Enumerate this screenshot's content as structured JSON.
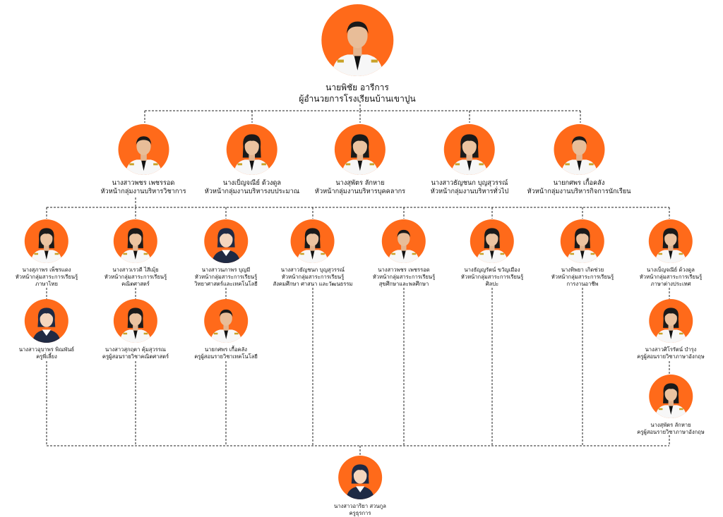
{
  "director": {
    "name": "นายพิชัย   อารีการ",
    "title": "ผู้อำนวยการโรงเรียนบ้านเขาปูน"
  },
  "deputies": [
    {
      "name": "นางสาวพชร   เพชรรอด",
      "title": "หัวหน้ากลุ่มงานบริหารวิชาการ"
    },
    {
      "name": "นางเบ็ญจณีย์  ด้วงดูล",
      "title": "หัวหน้ากลุ่มงานบริหารงบประมาณ"
    },
    {
      "name": "นางสุพัตร  ลักหาย",
      "title": "หัวหน้ากลุ่มงานบริหารบุคคลากร"
    },
    {
      "name": "นางสาวธัญชนก  บุญสุวรรณ์",
      "title": "หัวหน้ากลุ่มงานบริหารทั่วไป"
    },
    {
      "name": "นายกศพร  เกื้อคลัง",
      "title": "หัวหน้ากลุ่มงานบริหารกิจการนักเรียน"
    }
  ],
  "dept_heads": [
    {
      "name": "นางสุภาพร เพ็ชรแดง",
      "role": "หัวหน้ากลุ่มสาระการเรียนรู้",
      "subject": "ภาษาไทย"
    },
    {
      "name": "นางสาวเรวดี  ไสีเมุ้ย",
      "role": "หัวหน้ากลุ่มสาระการเรียนรู้",
      "subject": "คณิตศาสตร์"
    },
    {
      "name": "นางสาวนภาพร  บุญมี",
      "role": "หัวหน้ากลุ่มสาระการเรียนรู้",
      "subject": "วิทยาศาสตร์และเทคโนโลยี"
    },
    {
      "name": "นางสาวธัญชนก  บุญสุวรรณ์",
      "role": "หัวหน้ากลุ่มสาระการเรียนรู้",
      "subject": "สังคมศึกษา ศาสนา และวัฒนธรรม"
    },
    {
      "name": "นางสาวพชร  เพชรรอด",
      "role": "หัวหน้ากลุ่มสาระการเรียนรู้",
      "subject": "สุขศึกษาและพลศึกษา"
    },
    {
      "name": "นางธัญญรัตน์  ขวัญเมือง",
      "role": "หัวหน้ากลุ่มสาระการเรียนรู้",
      "subject": "ศิลปะ"
    },
    {
      "name": "นางทิพยา  เกิดช่วย",
      "role": "หัวหน้ากลุ่มสาระการเรียนรู้",
      "subject": "การงานอาชีพ"
    },
    {
      "name": "นางเบ็ญจณีย์  ด้วงดูล",
      "role": "หัวหน้ากลุ่มสาระการเรียนรู้",
      "subject": "ภาษาต่างประเทศ"
    }
  ],
  "staff": [
    {
      "name": "นางสาวอุบาพร  พิณพันธ์",
      "title": "ครูพี่เลี้ยง"
    },
    {
      "name": "นางสาวสุกฤตา  คุ้มสุวรรณ",
      "title": "ครูผู้สอนรายวิชาคณิตศาสตร์"
    },
    {
      "name": "นายกศพร  เกื้อคลัง",
      "title": "ครูผู้สอนรายวิชาเทคโนโลยี"
    },
    {
      "name": "นางสาวศิโรรัตน์  บำรุง",
      "title": "ครูผู้สอนรายวิชาภาษาอังกฤษ"
    },
    {
      "name": "นางสุพัตร  ลักหาย",
      "title": "ครูผู้สอนรายวิชาภาษาอังกฤษ"
    }
  ],
  "janitor": {
    "name": "นางสาวอาริยา  สวนกูล",
    "title": "ครูธุรการ"
  },
  "colors": {
    "avatar_bg": "#ff6a1a",
    "connector": "#222222"
  }
}
